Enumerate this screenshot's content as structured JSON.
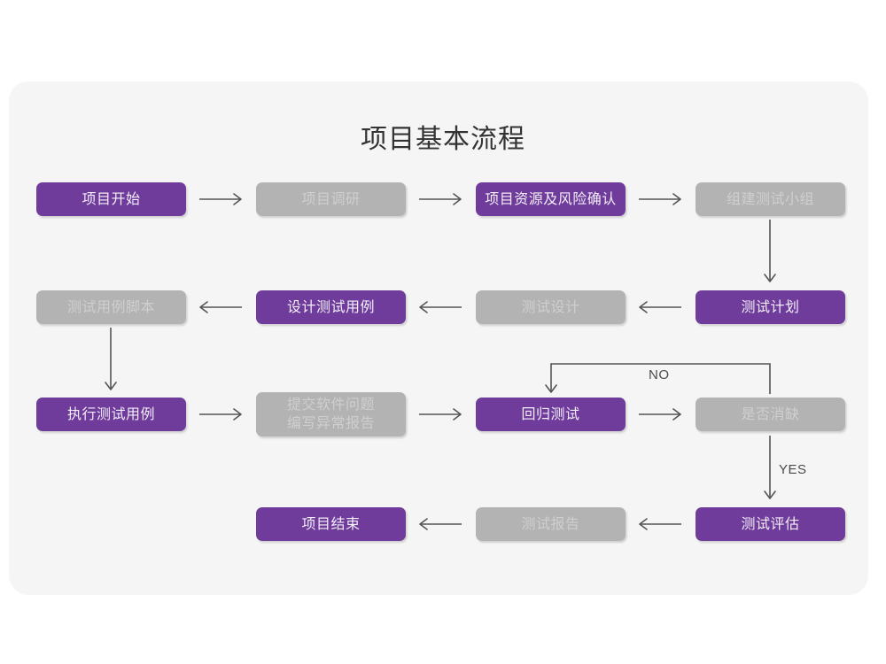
{
  "diagram": {
    "title": "项目基本流程",
    "colors": {
      "accent_purple": "#6F3C9C",
      "muted_gray": "#B3B3B3",
      "card_background": "#F5F5F5",
      "page_background": "#FFFFFF",
      "connector": "#555555",
      "title_text": "#333333"
    },
    "nodes": [
      {
        "id": "n1",
        "label": "项目开始",
        "style": "purple"
      },
      {
        "id": "n2",
        "label": "项目调研",
        "style": "gray"
      },
      {
        "id": "n3",
        "label": "项目资源及风险确认",
        "style": "purple"
      },
      {
        "id": "n4",
        "label": "组建测试小组",
        "style": "gray"
      },
      {
        "id": "n5",
        "label": "测试用例脚本",
        "style": "gray"
      },
      {
        "id": "n6",
        "label": "设计测试用例",
        "style": "purple"
      },
      {
        "id": "n7",
        "label": "测试设计",
        "style": "gray"
      },
      {
        "id": "n8",
        "label": "测试计划",
        "style": "purple"
      },
      {
        "id": "n9",
        "label": "执行测试用例",
        "style": "purple"
      },
      {
        "id": "n10",
        "label": "提交软件问题\n编写异常报告",
        "style": "gray"
      },
      {
        "id": "n11",
        "label": "回归测试",
        "style": "purple"
      },
      {
        "id": "n12",
        "label": "是否消缺",
        "style": "gray"
      },
      {
        "id": "n13",
        "label": "项目结束",
        "style": "purple"
      },
      {
        "id": "n14",
        "label": "测试报告",
        "style": "gray"
      },
      {
        "id": "n15",
        "label": "测试评估",
        "style": "purple"
      }
    ],
    "edge_labels": [
      {
        "id": "no",
        "text": "NO"
      },
      {
        "id": "yes",
        "text": "YES"
      }
    ]
  }
}
